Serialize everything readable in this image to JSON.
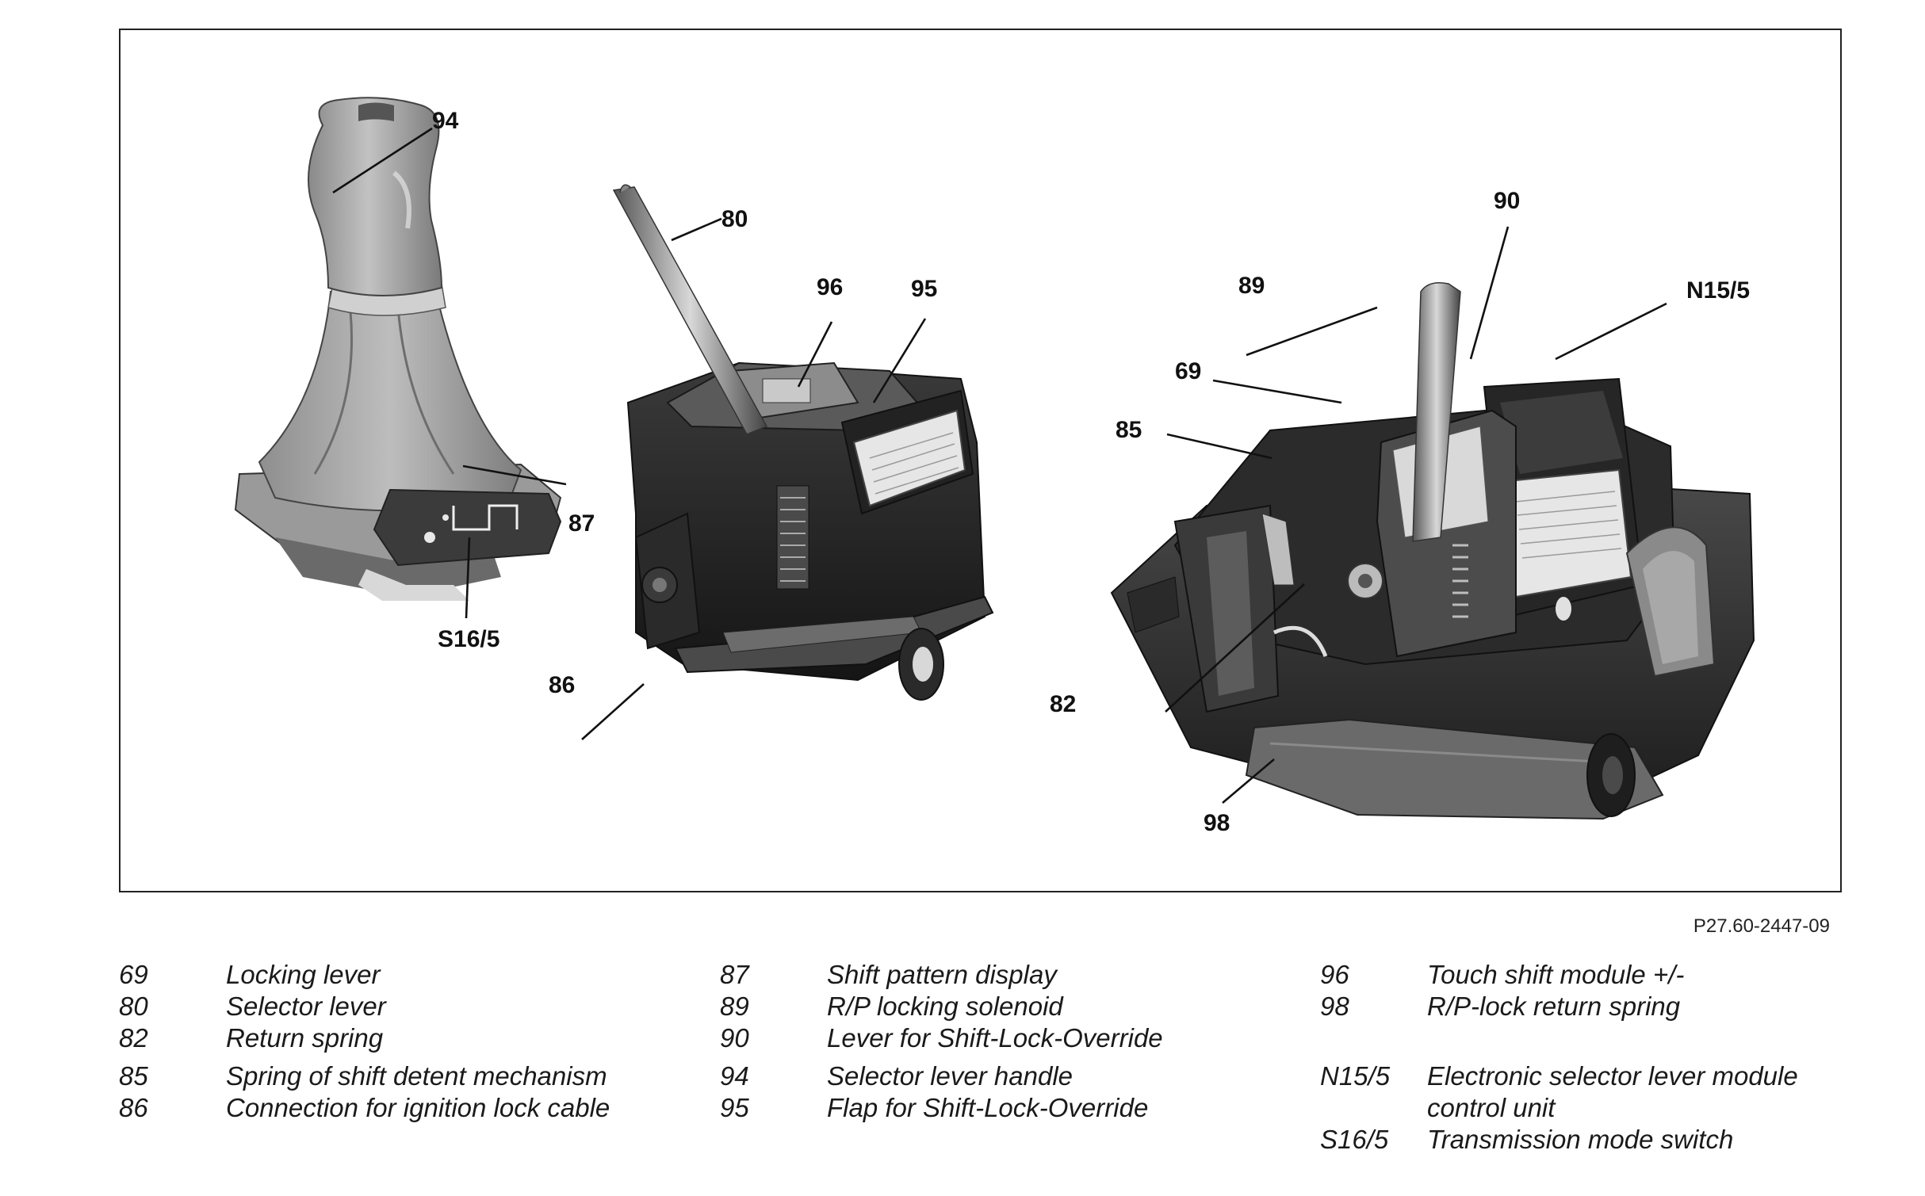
{
  "figure_id": "P27.60-2447-09",
  "callouts": [
    "94",
    "80",
    "96",
    "95",
    "87",
    "S16/5",
    "86",
    "90",
    "89",
    "N15/5",
    "69",
    "85",
    "82",
    "98"
  ],
  "legend": {
    "col1": [
      {
        "num": "69",
        "desc": "Locking lever"
      },
      {
        "num": "80",
        "desc": "Selector lever"
      },
      {
        "num": "82",
        "desc": "Return spring"
      },
      {
        "num": "85",
        "desc": "Spring of shift detent mechanism"
      },
      {
        "num": "86",
        "desc": "Connection for ignition lock cable"
      }
    ],
    "col2": [
      {
        "num": "87",
        "desc": "Shift pattern display"
      },
      {
        "num": "89",
        "desc": "R/P locking solenoid"
      },
      {
        "num": "90",
        "desc": "Lever for Shift-Lock-Override"
      },
      {
        "num": "94",
        "desc": "Selector lever handle"
      },
      {
        "num": "95",
        "desc": "Flap for Shift-Lock-Override"
      }
    ],
    "col3": [
      {
        "num": "96",
        "desc": "Touch shift module +/-"
      },
      {
        "num": "98",
        "desc": "R/P-lock return spring"
      },
      {
        "num": "N15/5",
        "desc": "Electronic selector lever module control unit"
      },
      {
        "num": "S16/5",
        "desc": "Transmission mode switch"
      }
    ]
  }
}
